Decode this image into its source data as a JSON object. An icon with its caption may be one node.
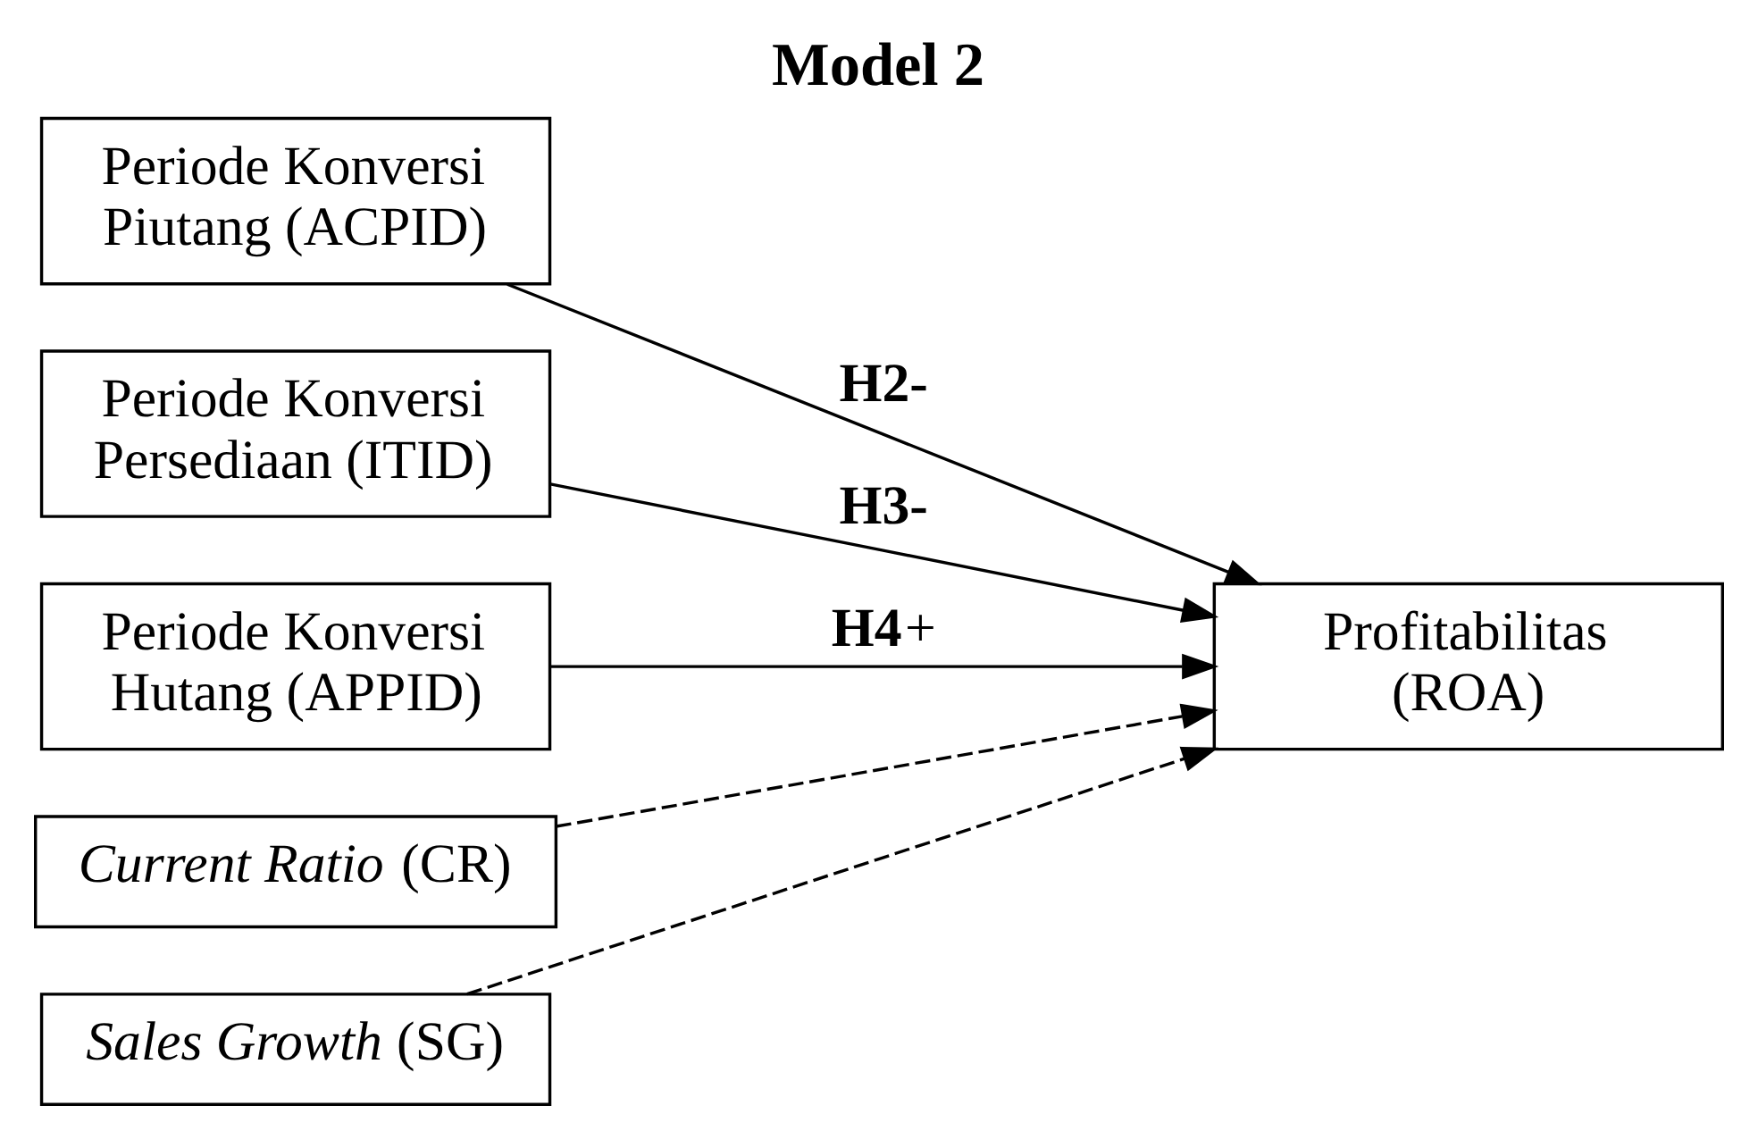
{
  "diagram": {
    "title": "Model 2",
    "nodes": [
      {
        "text": [
          "Periode Konversi Piutang (ACPID)"
        ]
      },
      {
        "text": [
          "Periode Konversi Persediaan (ITID)"
        ]
      },
      {
        "text": [
          "Periode Konversi Hutang (APPID)"
        ]
      },
      {
        "text": [
          "*Current Ratio* (CR)"
        ]
      },
      {
        "text": [
          "*Sales Growth* (SG)"
        ]
      },
      {
        "text": [
          "Profitabilitas (ROA)"
        ]
      }
    ],
    "edges": [
      {
        "from": 0,
        "to": 5,
        "arrow": "to",
        "label": "H2-"
      },
      {
        "from": 1,
        "to": 5,
        "arrow": "to",
        "label": "H3-"
      },
      {
        "from": 2,
        "to": 5,
        "arrow": "to",
        "label": "**H4**+"
      },
      {
        "from": 3,
        "to": 5,
        "arrow": "to",
        "style": "dashed"
      },
      {
        "from": 4,
        "to": 5,
        "arrow": "to",
        "style": "dashed"
      }
    ]
  }
}
